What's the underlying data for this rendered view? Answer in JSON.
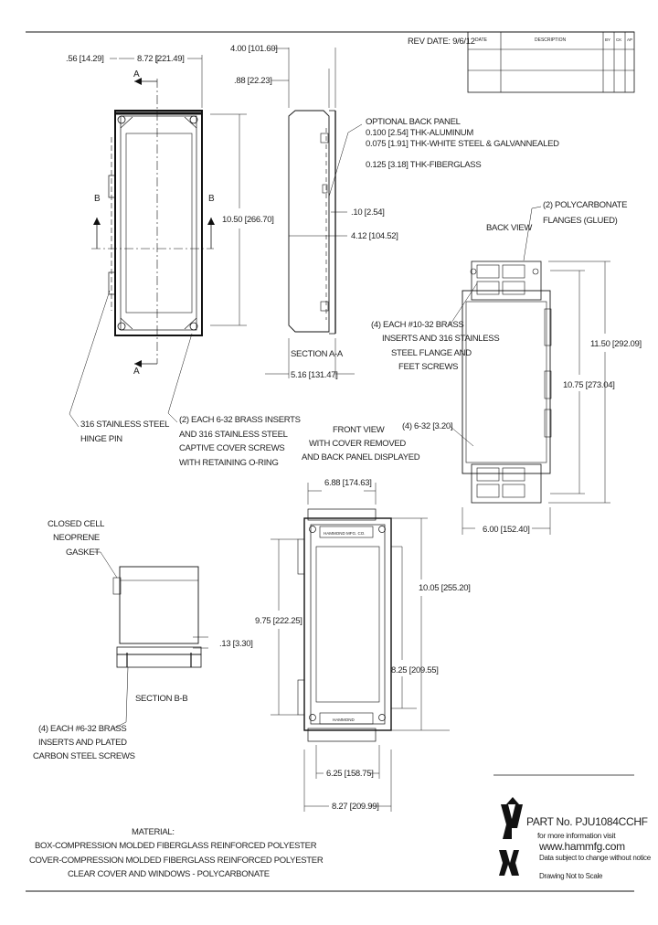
{
  "revision": {
    "label": "REV DATE: 9/6/12",
    "col_date": "DATE",
    "col_desc": "DESCRIPTION",
    "col_by": "BY",
    "col_ck": "CK",
    "col_ap": "AP"
  },
  "dims": {
    "d_056": ".56 [14.29]",
    "d_872": "8.72 [221.49]",
    "d_400": "4.00 [101.60]",
    "d_088": ".88 [22.23]",
    "d_1050": "10.50 [266.70]",
    "d_010": ".10 [2.54]",
    "d_412": "4.12 [104.52]",
    "d_516": "5.16 [131.47]",
    "d_1150": "11.50 [292.09]",
    "d_1075": "10.75 [273.04]",
    "d_600": "6.00 [152.40]",
    "d_688": "6.88 [174.63]",
    "d_1005": "10.05 [255.20]",
    "d_975": "9.75 [222.25]",
    "d_825": "8.25 [209.55]",
    "d_013": ".13 [3.30]",
    "d_625": "6.25 [158.75]",
    "d_827": "8.27 [209.99]",
    "d_632": "(4) 6-32 [3.20]",
    "sec_a_top": "A",
    "sec_a_bot": "A",
    "sec_b_left": "B",
    "sec_b_right": "B"
  },
  "notes": {
    "optional_back_panel": [
      "OPTIONAL BACK PANEL",
      "0.100 [2.54] THK-ALUMINUM",
      "0.075 [1.91] THK-WHITE STEEL & GALVANNEALED",
      "0.125 [3.18] THK-FIBERGLASS"
    ],
    "polycarbonate_flanges": [
      "(2) POLYCARBONATE",
      "FLANGES (GLUED)"
    ],
    "back_view": "BACK VIEW",
    "section_aa": "SECTION A-A",
    "section_bb": "SECTION B-B",
    "brass_inserts_10": [
      "(4) EACH #10-32 BRASS",
      "INSERTS AND 316 STAINLESS",
      "STEEL FLANGE AND",
      "FEET SCREWS"
    ],
    "hinge_pin": [
      "316 STAINLESS STEEL",
      "HINGE PIN"
    ],
    "captive_screws": [
      "(2) EACH 6-32 BRASS INSERTS",
      "AND 316 STAINLESS STEEL",
      "CAPTIVE COVER SCREWS",
      "WITH RETAINING O-RING"
    ],
    "front_view": [
      "FRONT VIEW",
      "WITH COVER REMOVED",
      "AND BACK PANEL DISPLAYED"
    ],
    "gasket": [
      "CLOSED CELL",
      "NEOPRENE",
      "GASKET"
    ],
    "plated_screws": [
      "(4) EACH #6-32 BRASS",
      "INSERTS AND PLATED",
      "CARBON STEEL SCREWS"
    ],
    "material": [
      "MATERIAL:",
      "BOX-COMPRESSION MOLDED FIBERGLASS REINFORCED POLYESTER",
      "COVER-COMPRESSION MOLDED FIBERGLASS REINFORCED POLYESTER",
      "CLEAR COVER AND WINDOWS - POLYCARBONATE"
    ]
  },
  "title_block": {
    "part_no": "PART No. PJU1084CCHF",
    "more_info": "for more information visit",
    "url": "www.hammfg.com",
    "disclaimer": "Data subject to change without notice",
    "scale": "Drawing Not to Scale"
  },
  "labels": {
    "plate_top": "HAMMOND MFG. CO.",
    "plate_bot": "HAMMOND"
  }
}
